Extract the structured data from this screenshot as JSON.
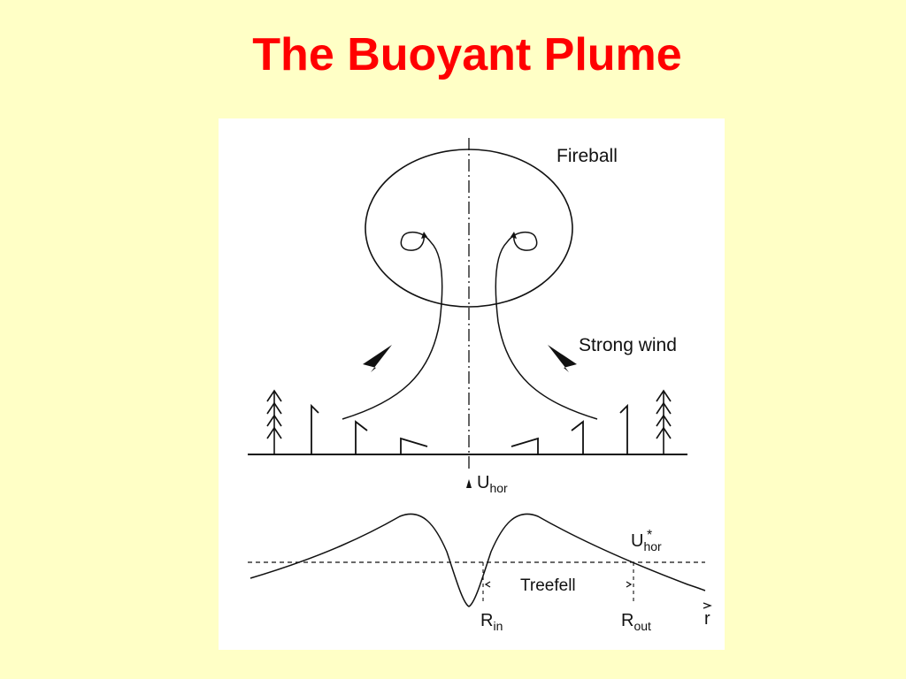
{
  "slide": {
    "title": "The Buoyant Plume"
  },
  "diagram": {
    "labels": {
      "fireball": "Fireball",
      "strong_wind": "Strong wind",
      "u_hor_base": "U",
      "u_hor_sub": "hor",
      "u_hor_star_base": "U",
      "u_hor_star_sub": "hor",
      "u_hor_star_sup": "*",
      "treefell": "Treefell",
      "r_in_base": "R",
      "r_in_sub": "in",
      "r_out_base": "R",
      "r_out_sub": "out",
      "r_axis": "r"
    },
    "colors": {
      "background": "#ffffc6",
      "title": "#ff0000",
      "panel": "#ffffff",
      "ink": "#111111"
    }
  }
}
